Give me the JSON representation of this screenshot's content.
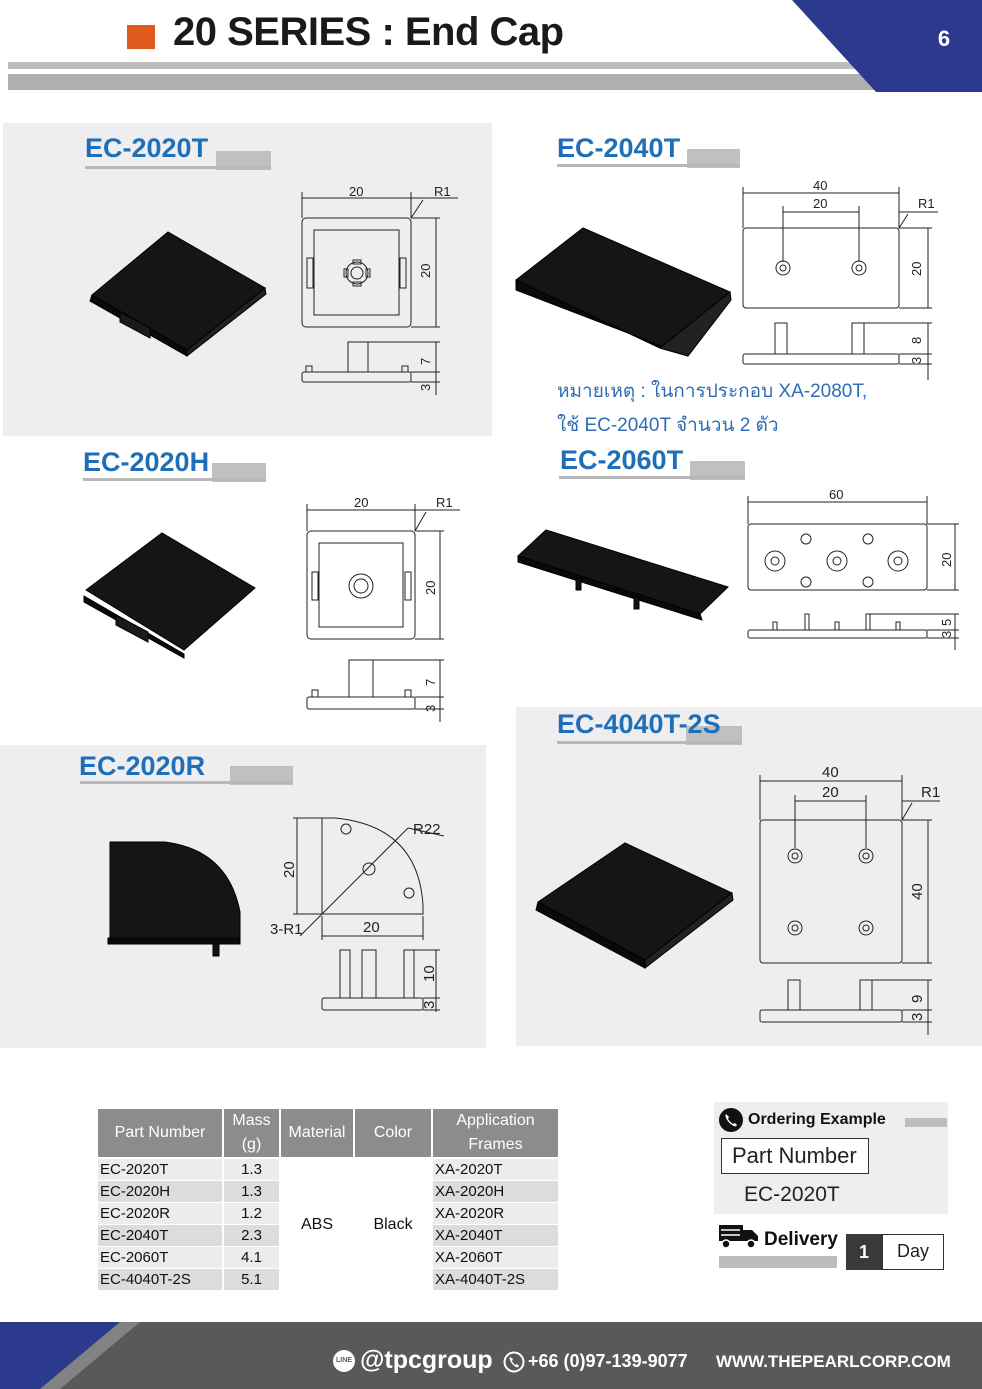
{
  "header": {
    "title": "20 SERIES : End Cap",
    "page_number": "6",
    "accent_color": "#e05a1e",
    "brand_color": "#2b3a8c"
  },
  "products": [
    {
      "id": "ec2020t",
      "title": "EC-2020T",
      "dims": [
        "20",
        "R1",
        "20",
        "7",
        "3"
      ]
    },
    {
      "id": "ec2040t",
      "title": "EC-2040T",
      "dims": [
        "40",
        "20",
        "R1",
        "20",
        "8",
        "3"
      ]
    },
    {
      "id": "ec2020h",
      "title": "EC-2020H",
      "dims": [
        "20",
        "R1",
        "20",
        "7",
        "3"
      ]
    },
    {
      "id": "ec2060t",
      "title": "EC-2060T",
      "dims": [
        "60",
        "20",
        "3",
        "5"
      ]
    },
    {
      "id": "ec2020r",
      "title": "EC-2020R",
      "dims": [
        "20",
        "R22",
        "3-R1",
        "20",
        "10",
        "3"
      ]
    },
    {
      "id": "ec4040t2s",
      "title": "EC-4040T-2S",
      "dims": [
        "40",
        "20",
        "R1",
        "40",
        "9",
        "3"
      ]
    }
  ],
  "note": {
    "line1": "หมายเหตุ : ในการประกอบ XA-2080T,",
    "line2": "ใช้ EC-2040T จำนวน 2 ตัว"
  },
  "table": {
    "headers": {
      "part_number": "Part Number",
      "mass_line1": "Mass",
      "mass_line2": "(g)",
      "material": "Material",
      "color": "Color",
      "frames_line1": "Application",
      "frames_line2": "Frames"
    },
    "material": "ABS",
    "color": "Black",
    "rows": [
      {
        "part": "EC-2020T",
        "mass": "1.3",
        "frames": "XA-2020T"
      },
      {
        "part": "EC-2020H",
        "mass": "1.3",
        "frames": "XA-2020H"
      },
      {
        "part": "EC-2020R",
        "mass": "1.2",
        "frames": "XA-2020R"
      },
      {
        "part": "EC-2040T",
        "mass": "2.3",
        "frames": "XA-2040T"
      },
      {
        "part": "EC-2060T",
        "mass": "4.1",
        "frames": "XA-2060T"
      },
      {
        "part": "EC-4040T-2S",
        "mass": "5.1",
        "frames": "XA-4040T-2S"
      }
    ]
  },
  "ordering": {
    "title": "Ordering Example",
    "part_number_label": "Part Number",
    "example_value": "EC-2020T",
    "delivery_label": "Delivery",
    "delivery_days": "1",
    "delivery_unit": "Day"
  },
  "footer": {
    "line_badge": "LINE",
    "line_id": "@tpcgroup",
    "phone": "+66 (0)97-139-9077",
    "website": "WWW.THEPEARLCORP.COM"
  }
}
